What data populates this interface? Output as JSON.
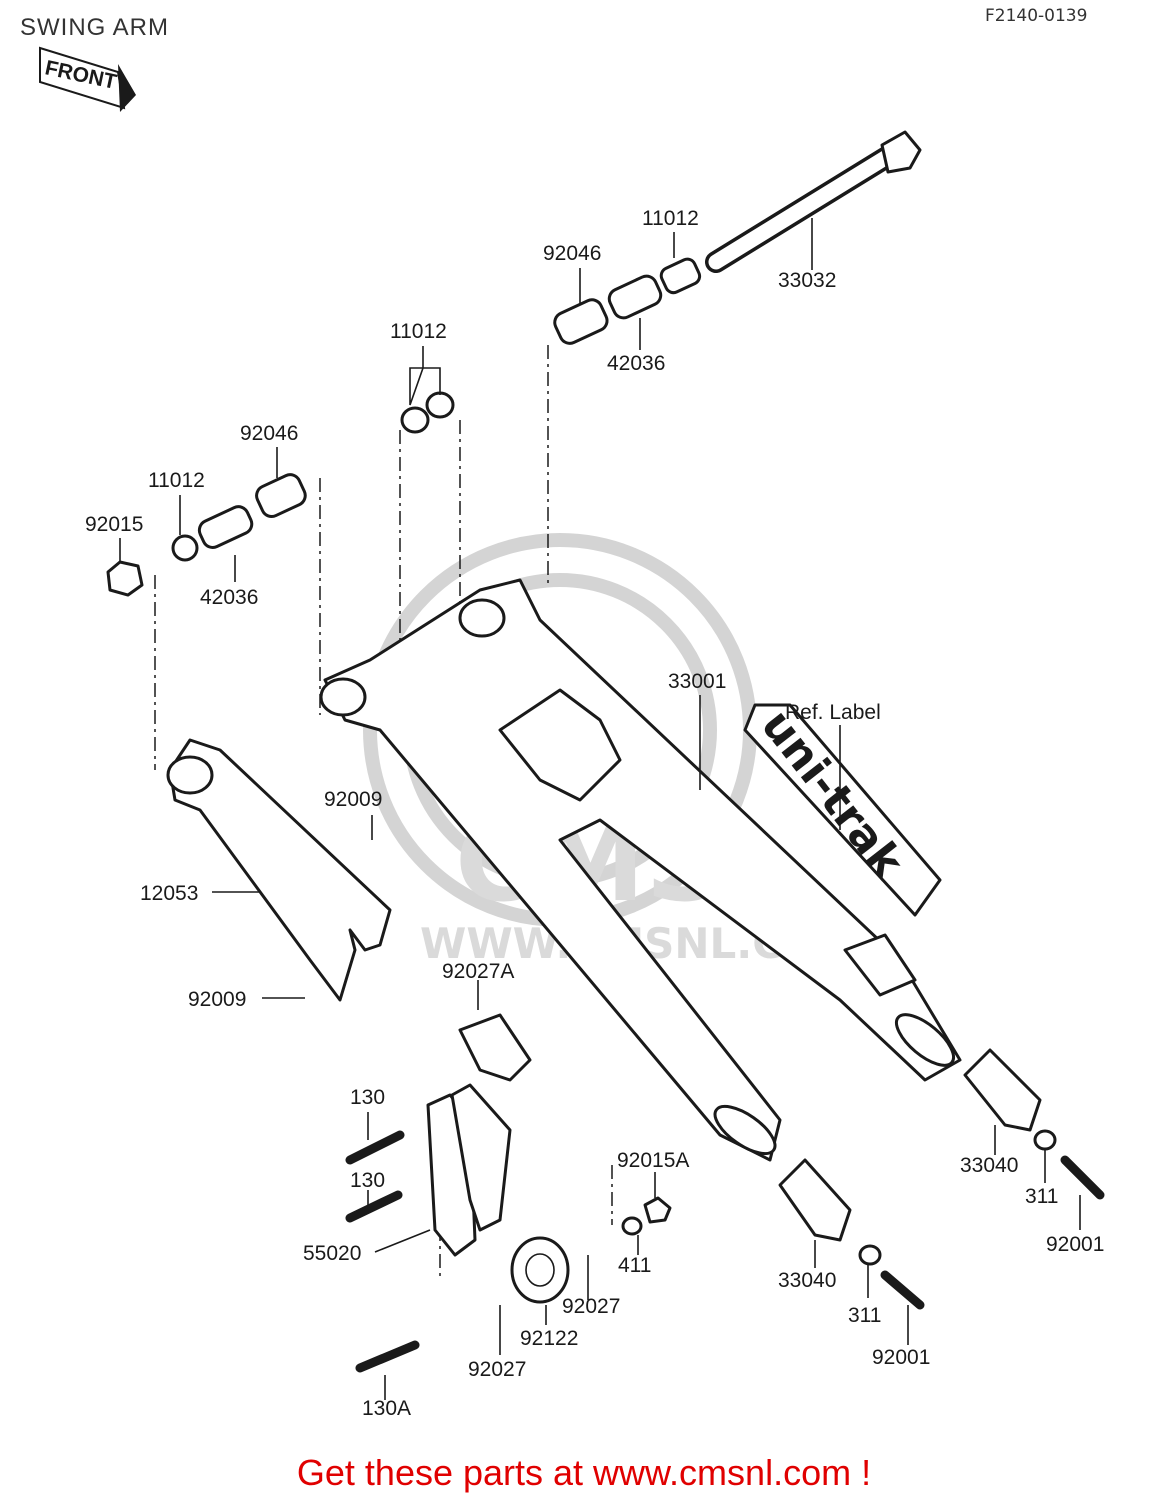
{
  "header": {
    "title": "SWING ARM",
    "figure_code": "F2140-0139"
  },
  "front_arrow": "FRONT",
  "footer": {
    "cta": "Get these parts at www.cmsnl.com !"
  },
  "watermark": {
    "brand": "CMS",
    "url": "WWW.CMSNL.COM"
  },
  "decal": {
    "text": "uni-trak"
  },
  "callouts": {
    "c33032": "33032",
    "c11012_top": "11012",
    "c92046_top": "92046",
    "c42036_top": "42036",
    "c11012_mid": "11012",
    "c92046_left": "92046",
    "c11012_left": "11012",
    "c92015": "92015",
    "c42036_left": "42036",
    "c33001": "33001",
    "c_ref_label": "Ref. Label",
    "c92009_upper": "92009",
    "c12053": "12053",
    "c92009_lower": "92009",
    "c92027A": "92027A",
    "c130_upper": "130",
    "c130_lower": "130",
    "c55020": "55020",
    "c92015A": "92015A",
    "c411": "411",
    "c92027_right": "92027",
    "c92122": "92122",
    "c92027_bottom": "92027",
    "c130A": "130A",
    "c33040_mid": "33040",
    "c311_mid": "311",
    "c92001_mid": "92001",
    "c33040_right": "33040",
    "c311_right": "311",
    "c92001_right": "92001"
  }
}
